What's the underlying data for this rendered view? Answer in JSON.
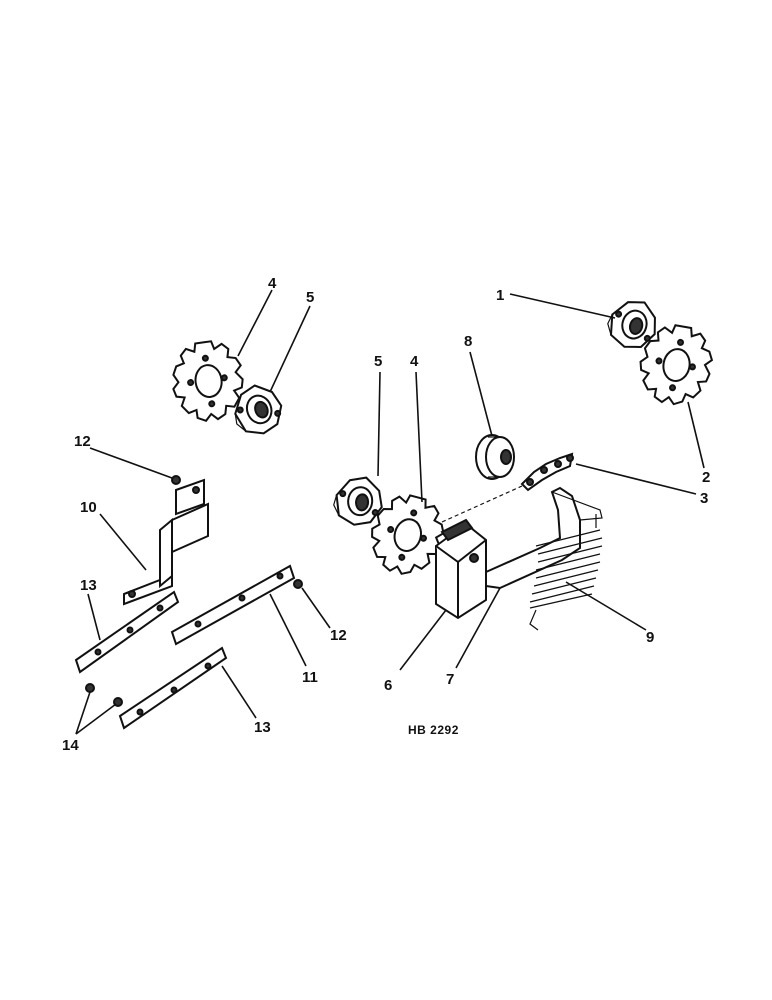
{
  "diagram": {
    "reference_code": "HB 2292",
    "callouts": [
      {
        "id": "c1",
        "label": "1"
      },
      {
        "id": "c2",
        "label": "2"
      },
      {
        "id": "c3",
        "label": "3"
      },
      {
        "id": "c4a",
        "label": "4"
      },
      {
        "id": "c4b",
        "label": "4"
      },
      {
        "id": "c5a",
        "label": "5"
      },
      {
        "id": "c5b",
        "label": "5"
      },
      {
        "id": "c6",
        "label": "6"
      },
      {
        "id": "c7",
        "label": "7"
      },
      {
        "id": "c8",
        "label": "8"
      },
      {
        "id": "c9",
        "label": "9"
      },
      {
        "id": "c10",
        "label": "10"
      },
      {
        "id": "c11",
        "label": "11"
      },
      {
        "id": "c12a",
        "label": "12"
      },
      {
        "id": "c12b",
        "label": "12"
      },
      {
        "id": "c13a",
        "label": "13"
      },
      {
        "id": "c13b",
        "label": "13"
      },
      {
        "id": "c14",
        "label": "14"
      }
    ]
  }
}
